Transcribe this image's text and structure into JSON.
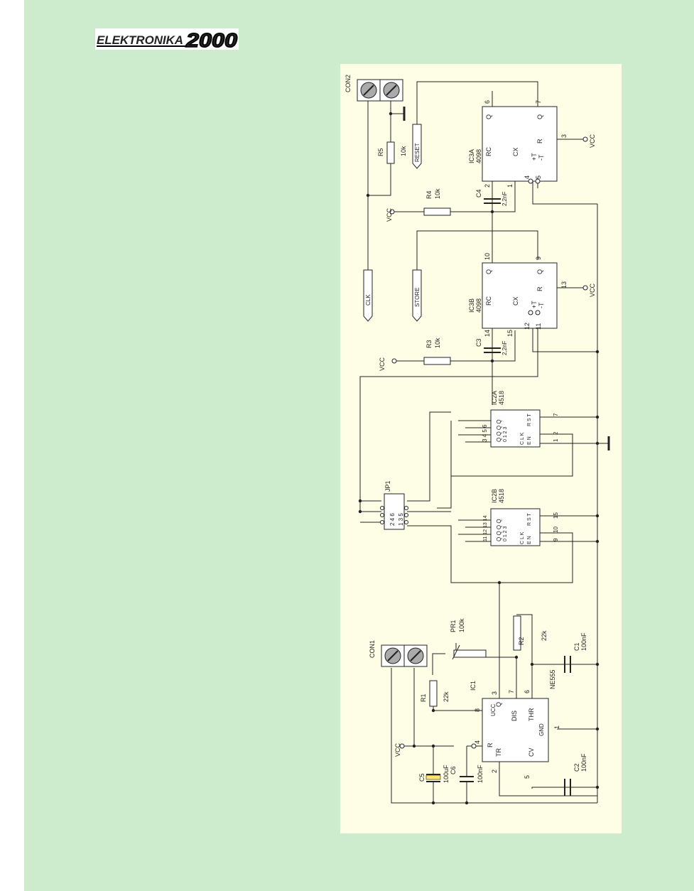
{
  "logo": {
    "text_left": "ELEKTRONIKA",
    "text_right": "2000"
  },
  "schematic": {
    "connectors": {
      "con1": "CON1",
      "con2": "CON2"
    },
    "signals": {
      "clk": "CLK",
      "store": "STORE",
      "reset": "RESET"
    },
    "power": {
      "vcc": "VCC"
    },
    "jp1": {
      "name": "JP1",
      "pins_left": "2 4 6",
      "pins_right": "1 3 5"
    },
    "resistors": {
      "r1": {
        "name": "R1",
        "value": "22k"
      },
      "r2": {
        "name": "R2",
        "value": "22k"
      },
      "r3": {
        "name": "R3",
        "value": "10k"
      },
      "r4": {
        "name": "R4",
        "value": "10k"
      },
      "r5": {
        "name": "R5",
        "value": "10k"
      },
      "pr1": {
        "name": "PR1",
        "value": "100k"
      }
    },
    "capacitors": {
      "c1": {
        "name": "C1",
        "value": "100nF"
      },
      "c2": {
        "name": "C2",
        "value": "100nF"
      },
      "c3": {
        "name": "C3",
        "value": "2,2nF"
      },
      "c4": {
        "name": "C4",
        "value": "2,2nF"
      },
      "c5": {
        "name": "C5",
        "value": "100uF"
      },
      "c6": {
        "name": "C6",
        "value": "100nF"
      }
    },
    "ic1": {
      "name": "IC1",
      "part": "NE555",
      "pin_r": "R",
      "pin_tr": "TR",
      "pin_ucc": "UCC",
      "pin_dis": "DIS",
      "pin_thr": "THR",
      "pin_gnd": "GND",
      "pin_cv": "CV",
      "pin_q": "Q",
      "n1": "1",
      "n2": "2",
      "n3": "3",
      "n4": "4",
      "n5": "5",
      "n6": "6",
      "n7": "7",
      "n8": "8"
    },
    "ic2a": {
      "name": "IC2A",
      "part": "4518",
      "outputs": "Q Q Q Q",
      "out_idx": "0 1 2 3",
      "pins_q": "3 4 5 6",
      "clk": "C L K",
      "en": "E N",
      "rst": "R S T",
      "pin_clk": "1",
      "pin_en": "2",
      "pin_rst": "7"
    },
    "ic2b": {
      "name": "IC2B",
      "part": "4518",
      "outputs": "Q Q Q Q",
      "out_idx": "0 1 2 3",
      "pins_q": "11 12 13 14",
      "clk": "C L K",
      "en": "E N",
      "rst": "R S T",
      "pin_clk": "9",
      "pin_en": "10",
      "pin_rst": "15"
    },
    "ic3a": {
      "name": "IC3A",
      "part": "4098",
      "rc": "RC",
      "cx": "CX",
      "q": "Q",
      "qn": "Q",
      "r": "R",
      "tp": "+T",
      "tn": "-T",
      "p_q": "6",
      "p_qn": "7",
      "p_r": "3",
      "p_tp": "4",
      "p_tn": "5",
      "p_rc": "2",
      "p_cx": "1"
    },
    "ic3b": {
      "name": "IC3B",
      "part": "4098",
      "rc": "RC",
      "cx": "CX",
      "q": "Q",
      "qn": "Q",
      "r": "R",
      "tp": "+T",
      "tn": "-T",
      "p_q": "10",
      "p_qn": "9",
      "p_r": "13",
      "p_tp": "12",
      "p_tn": "11",
      "p_rc": "14",
      "p_cx": "15"
    }
  }
}
